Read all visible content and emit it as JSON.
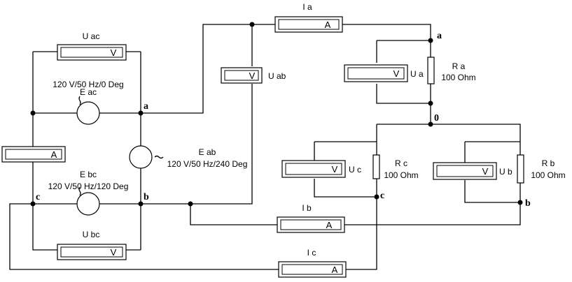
{
  "meters": {
    "ia": {
      "label": "I a",
      "symbol": "A"
    },
    "ib": {
      "label": "I b",
      "symbol": "A"
    },
    "ic": {
      "label": "I c",
      "symbol": "A"
    },
    "uac": {
      "label": "U ac",
      "symbol": "V"
    },
    "ubc": {
      "label": "U bc",
      "symbol": "V"
    },
    "uab": {
      "label": "U ab",
      "symbol": "V"
    },
    "ua": {
      "label": "U a",
      "symbol": "V"
    },
    "uc": {
      "label": "U c",
      "symbol": "V"
    },
    "ub": {
      "label": "U b",
      "symbol": "V"
    },
    "left_ammeter": {
      "symbol": "A"
    }
  },
  "sources": {
    "eac": {
      "name": "E ac",
      "spec": "120 V/50 Hz/0 Deg"
    },
    "ebc": {
      "name": "E bc",
      "spec": "120 V/50 Hz/120 Deg"
    },
    "eab": {
      "name": "E ab",
      "spec": "120 V/50 Hz/240 Deg"
    }
  },
  "resistors": {
    "ra": {
      "name": "R a",
      "value": "100  Ohm"
    },
    "rb": {
      "name": "R b",
      "value": "100  Ohm"
    },
    "rc": {
      "name": "R c",
      "value": "100  Ohm"
    }
  },
  "nodes": {
    "a_left": "a",
    "b_left": "b",
    "c_left": "c",
    "a_right": "a",
    "b_right": "b",
    "c_right": "c",
    "zero": "0"
  }
}
